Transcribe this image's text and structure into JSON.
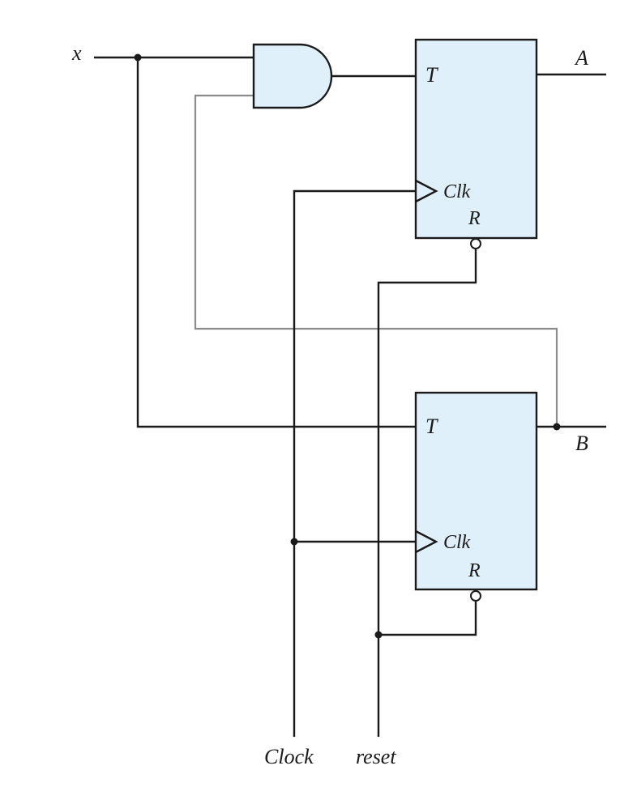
{
  "diagram": {
    "inputs": {
      "x": "x",
      "clock": "Clock",
      "reset": "reset"
    },
    "outputs": {
      "a": "A",
      "b": "B"
    },
    "flip_flop_a": {
      "t_pin": "T",
      "clk_pin": "Clk",
      "r_pin": "R"
    },
    "flip_flop_b": {
      "t_pin": "T",
      "clk_pin": "Clk",
      "r_pin": "R"
    },
    "colors": {
      "block_fill": "#dff0fa",
      "wire": "#1a1a1a",
      "feedback_wire": "#8c8c8c"
    }
  }
}
